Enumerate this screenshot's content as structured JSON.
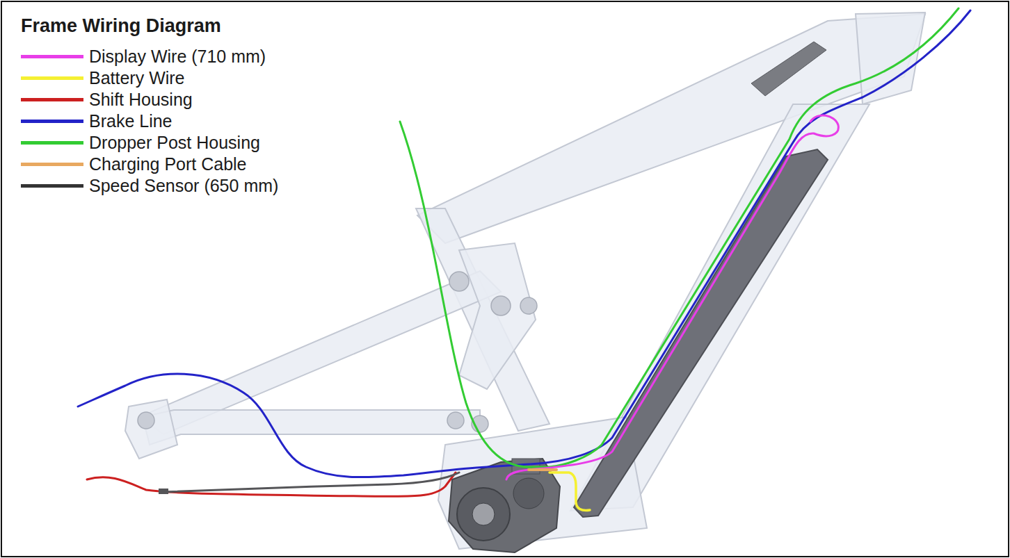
{
  "diagram": {
    "title": "Frame Wiring Diagram",
    "legend": [
      {
        "text": "Display Wire (710 mm)",
        "color": "#e83ee8"
      },
      {
        "text": "Battery Wire",
        "color": "#f5f032"
      },
      {
        "text": "Shift Housing",
        "color": "#cc2020"
      },
      {
        "text": "Brake Line",
        "color": "#2323c8"
      },
      {
        "text": "Dropper Post Housing",
        "color": "#33cc33"
      },
      {
        "text": "Charging Port Cable",
        "color": "#e8a860"
      },
      {
        "text": "Speed Sensor (650 mm)",
        "color": "#333333"
      }
    ]
  }
}
